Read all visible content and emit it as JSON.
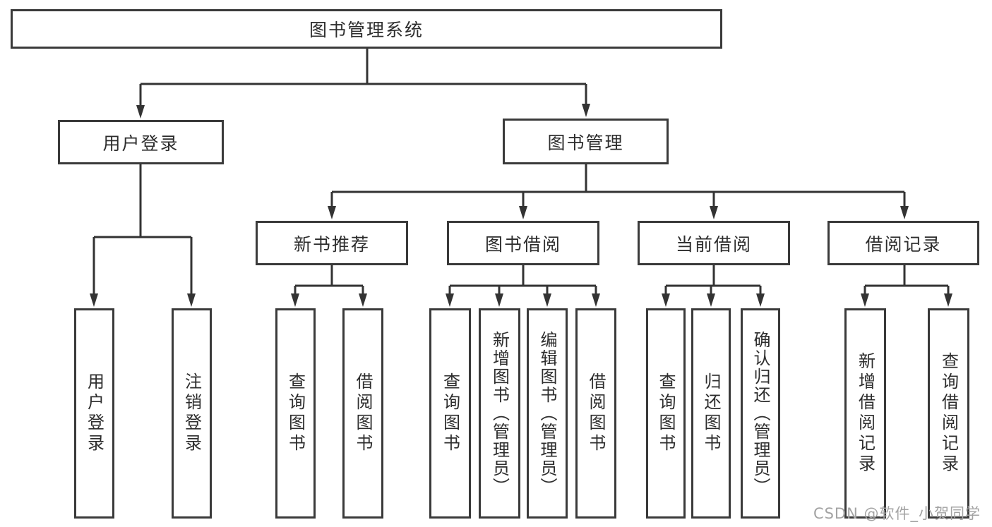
{
  "diagram": {
    "title": "图书管理系统",
    "colors": {
      "border": "#3a3a3a",
      "line": "#333333",
      "text": "#2d2d2d",
      "watermark_gray": "#a3a3a3",
      "background": "#ffffff"
    },
    "nodes": {
      "root": "图书管理系统",
      "user_login": "用户登录",
      "book_mgmt": "图书管理",
      "new_book_rec": "新书推荐",
      "book_borrow": "图书借阅",
      "current_borrow": "当前借阅",
      "borrow_records": "借阅记录",
      "leaf_user_login": "用户登录",
      "leaf_logout": "注销登录",
      "rec_query_book": "查询图书",
      "rec_borrow_book": "借阅图书",
      "bb_query_book": "查询图书",
      "bb_add_book": "新增图书（管理员）",
      "bb_edit_book": "编辑图书（管理员）",
      "bb_borrow_book": "借阅图书",
      "cb_query_book": "查询图书",
      "cb_return_book": "归还图书",
      "cb_confirm_return": "确认归还（管理员）",
      "br_add_record": "新增借阅记录",
      "br_query_record": "查询借阅记录"
    }
  },
  "watermark": "CSDN @软件_小贺同学"
}
